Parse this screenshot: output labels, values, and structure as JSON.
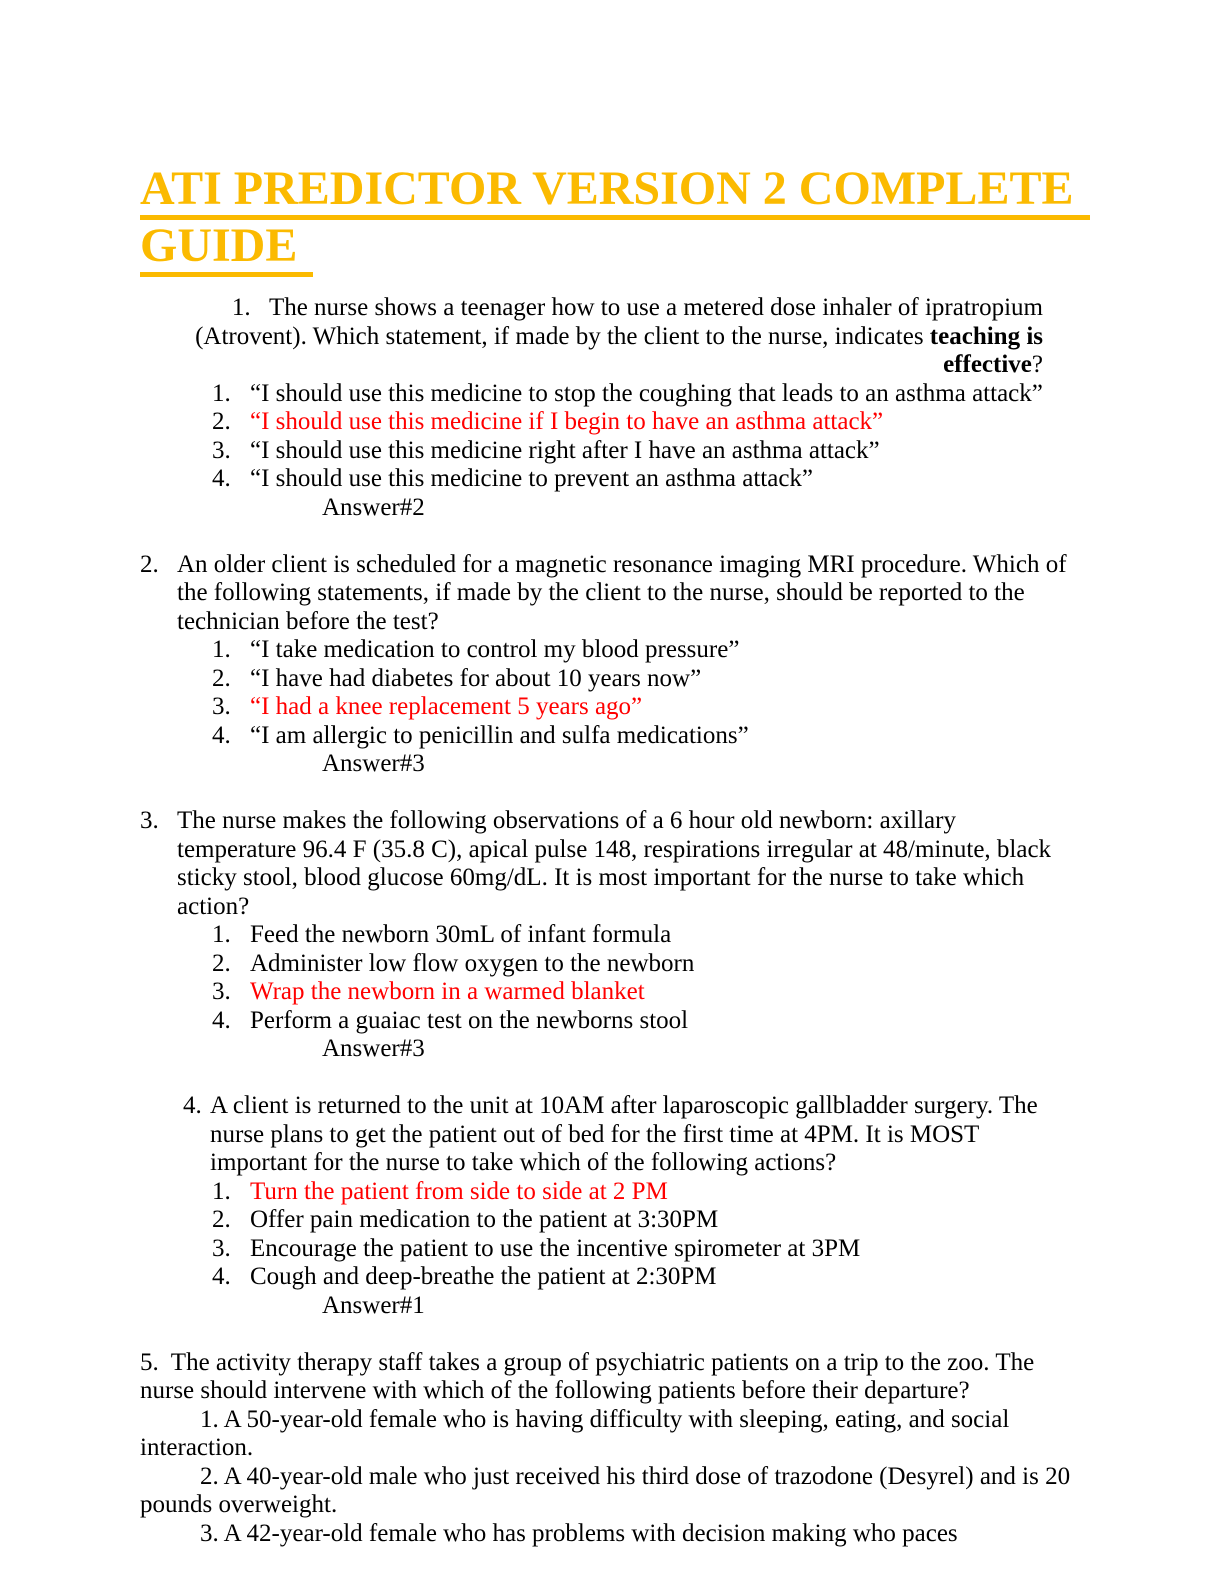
{
  "colors": {
    "title_color": "#FBBA00",
    "correct_color": "#FF0000",
    "body_color": "#000000"
  },
  "title": {
    "line1": "ATI PREDICTOR VERSION 2 COMPLETE",
    "line2": "GUIDE"
  },
  "q1": {
    "stem_l1": "1.   The nurse shows a teenager how to use a metered dose inhaler of ipratropium",
    "stem_l2a": "(Atrovent). Which statement, if made by the client to the nurse, indicates ",
    "stem_l2b": "teaching is",
    "stem_l3a": "effective",
    "stem_l3b": "?",
    "options": [
      {
        "num": "1.",
        "text": "“I should use this medicine to stop the coughing that leads to an asthma attack”",
        "correct": false
      },
      {
        "num": "2.",
        "text": "“I should use this medicine if I begin to have an asthma attack”",
        "correct": true
      },
      {
        "num": "3.",
        "text": "“I should use this medicine right after I have an asthma attack”",
        "correct": false
      },
      {
        "num": "4.",
        "text": "“I should use this medicine to prevent an asthma attack”",
        "correct": false
      }
    ],
    "answer": "Answer#2"
  },
  "q2": {
    "num": "2.",
    "lines": [
      "An older client is scheduled for a magnetic resonance imaging MRI procedure. Which of",
      "the following statements, if made by the client to the nurse, should be reported to the",
      "technician before the test?"
    ],
    "options": [
      {
        "num": "1.",
        "text": "“I take medication to control my blood pressure”",
        "correct": false
      },
      {
        "num": "2.",
        "text": "“I have had diabetes for about 10 years now”",
        "correct": false
      },
      {
        "num": "3.",
        "text": "“I had a knee replacement 5 years ago”",
        "correct": true
      },
      {
        "num": "4.",
        "text": "“I am allergic to penicillin and sulfa medications”",
        "correct": false
      }
    ],
    "answer": "Answer#3"
  },
  "q3": {
    "num": "3.",
    "lines": [
      "The nurse makes the following observations of a 6 hour old newborn: axillary",
      "temperature 96.4 F (35.8 C), apical pulse 148, respirations irregular at 48/minute, black",
      "sticky stool, blood glucose 60mg/dL. It is most important for the nurse to take which",
      "action?"
    ],
    "options": [
      {
        "num": "1.",
        "text": "Feed the newborn 30mL of infant formula",
        "correct": false
      },
      {
        "num": "2.",
        "text": "Administer low flow oxygen to the newborn",
        "correct": false
      },
      {
        "num": "3.",
        "text": "Wrap the newborn in a warmed blanket",
        "correct": true
      },
      {
        "num": "4.",
        "text": "Perform a guaiac test on the newborns stool",
        "correct": false
      }
    ],
    "answer": "Answer#3"
  },
  "q4": {
    "num": "4.",
    "lines": [
      "A client is returned to the unit at 10AM after laparoscopic gallbladder surgery. The",
      "nurse plans to get the patient out of bed for the first time at 4PM. It is MOST",
      "important for the nurse to take which of the following actions?"
    ],
    "options": [
      {
        "num": "1.",
        "text": "Turn the patient from side to side at 2 PM",
        "correct": true
      },
      {
        "num": "2.",
        "text": "Offer pain medication to the patient at 3:30PM",
        "correct": false
      },
      {
        "num": "3.",
        "text": "Encourage the patient to use the incentive spirometer at 3PM",
        "correct": false
      },
      {
        "num": "4.",
        "text": "Cough and deep-breathe the patient at 2:30PM",
        "correct": false
      }
    ],
    "answer": "Answer#1"
  },
  "q5": {
    "l1": "5.  The activity therapy staff takes a group of psychiatric patients on a trip to the zoo. The",
    "l2": "nurse should intervene with which of the following patients before their departure?",
    "l3": "1. A 50-year-old female who is having difficulty with sleeping, eating, and social",
    "l4": "interaction.",
    "l5": "2. A 40-year-old male who just received his third dose of trazodone (Desyrel) and is 20",
    "l6": "pounds overweight.",
    "l7": "3. A 42-year-old female who has problems with decision making who paces"
  }
}
